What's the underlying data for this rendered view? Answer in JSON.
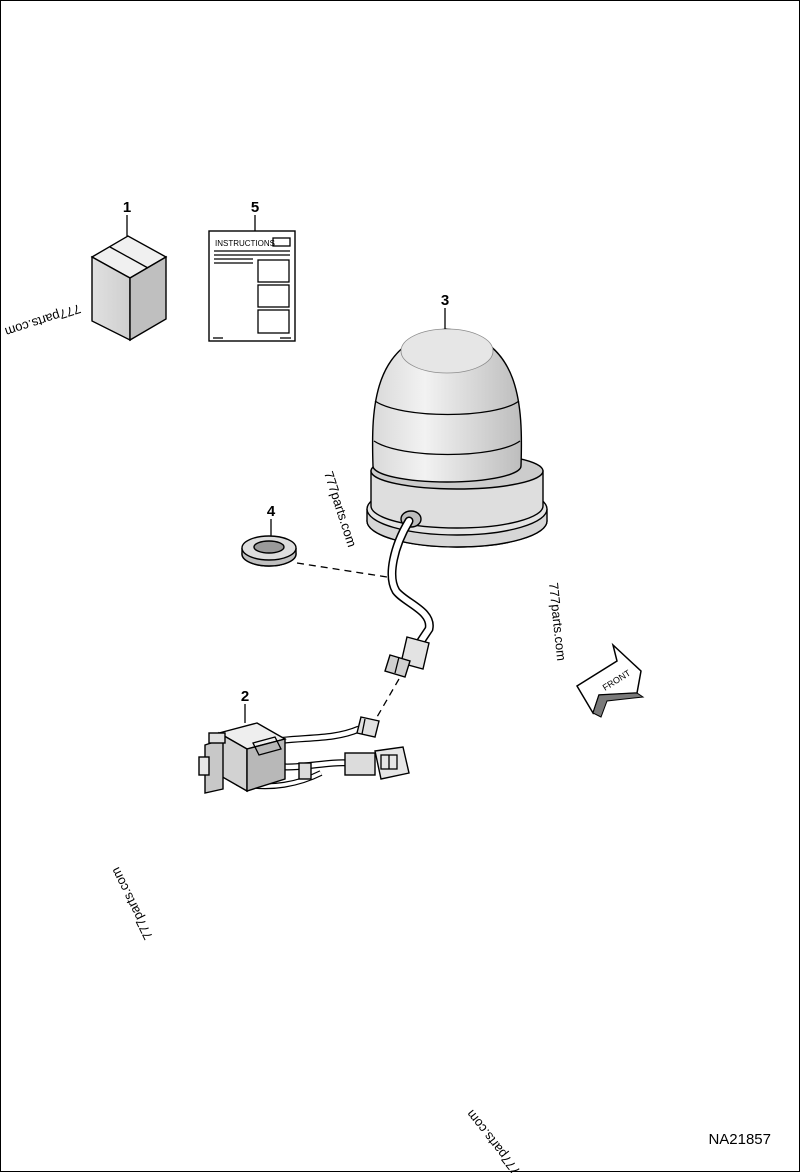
{
  "drawing_id": "NA21857",
  "callouts": {
    "c1": "1",
    "c2": "2",
    "c3": "3",
    "c4": "4",
    "c5": "5"
  },
  "instructions_label": "INSTRUCTIONS",
  "front_label": "FRONT",
  "watermark": "777parts.com",
  "colors": {
    "part_fill": "#ffffff",
    "shade_light": "#e6e6e6",
    "shade_mid": "#cfcfcf",
    "shade_dark": "#a8a8a8",
    "line": "#000000"
  }
}
